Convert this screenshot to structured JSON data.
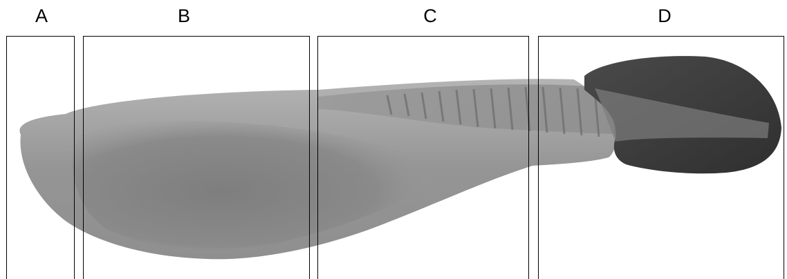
{
  "sections": [
    {
      "id": "A",
      "label": "A"
    },
    {
      "id": "B",
      "label": "B"
    },
    {
      "id": "C",
      "label": "C"
    },
    {
      "id": "D",
      "label": "D"
    }
  ],
  "colors": {
    "background": "#ffffff",
    "box_stroke": "#000000",
    "body_light": "#a9a9a9",
    "body_mid": "#8c8c8c",
    "yolk_dark": "#7a7a7a",
    "head_dark": "#3b3b3b",
    "somite_stripes": "#6e6e6e"
  }
}
